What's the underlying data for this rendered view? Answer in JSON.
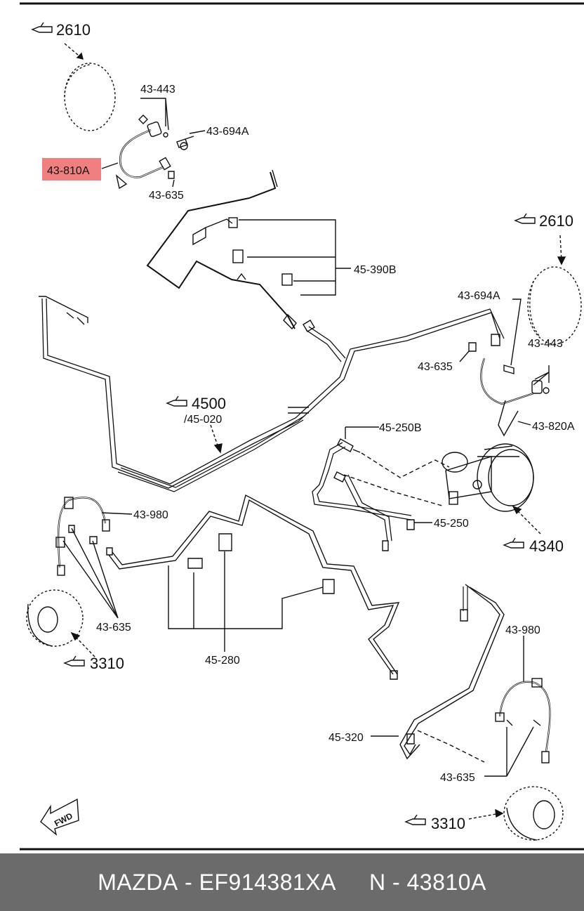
{
  "callouts": {
    "ref_2610_top": "2610",
    "ref_2610_right": "2610",
    "ref_4500": "4500",
    "ref_45020": "/45-020",
    "ref_4340": "4340",
    "ref_3310_left": "3310",
    "ref_3310_right": "3310"
  },
  "parts": {
    "p_43443_top": "43-443",
    "p_43694a_top": "43-694A",
    "p_43810a": "43-810A",
    "p_43635_top": "43-635",
    "p_45390b": "45-390B",
    "p_43694a_right": "43-694A",
    "p_43443_right": "43-443",
    "p_43635_right": "43-635",
    "p_43820a": "43-820A",
    "p_45250b": "45-250B",
    "p_45250": "45-250",
    "p_43980_left": "43-980",
    "p_43635_left": "43-635",
    "p_45280": "45-280",
    "p_43980_right": "43-980",
    "p_45320": "45-320",
    "p_43635_bottom": "43-635",
    "fwd": "FWD"
  },
  "highlight_color": "#f08080",
  "footer": {
    "brand": "MAZDA",
    "sep": " - ",
    "part_number": "EF914381XA",
    "gap": "     ",
    "catalog": "N - 43810A"
  }
}
